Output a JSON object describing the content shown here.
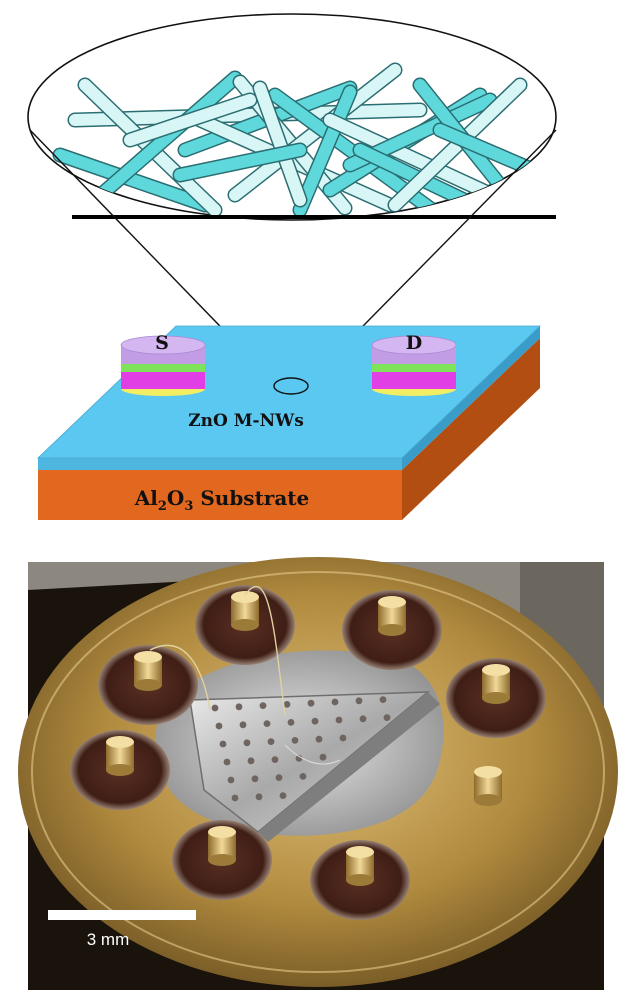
{
  "diagram": {
    "source_label": "S",
    "drain_label": "D",
    "film_label": "ZnO M-NWs",
    "substrate_label_prefix": "Al",
    "substrate_sub1": "2",
    "substrate_label_mid": "O",
    "substrate_sub2": "3",
    "substrate_label_suffix": " Substrate"
  },
  "photo": {
    "scale_bar_label": "3 mm"
  },
  "colors": {
    "nanowire_cyan": "#5fd8dc",
    "nanowire_pale": "#d9f6f6",
    "film_top": "#5ac8f0",
    "substrate_orange": "#e2671f",
    "substrate_side": "#b34e12",
    "electrode_lavender": "#c39ce6",
    "electrode_green": "#7fe35a",
    "electrode_magenta": "#e23ee6",
    "electrode_yellow": "#f1ee63",
    "gold": "#b8924a"
  }
}
